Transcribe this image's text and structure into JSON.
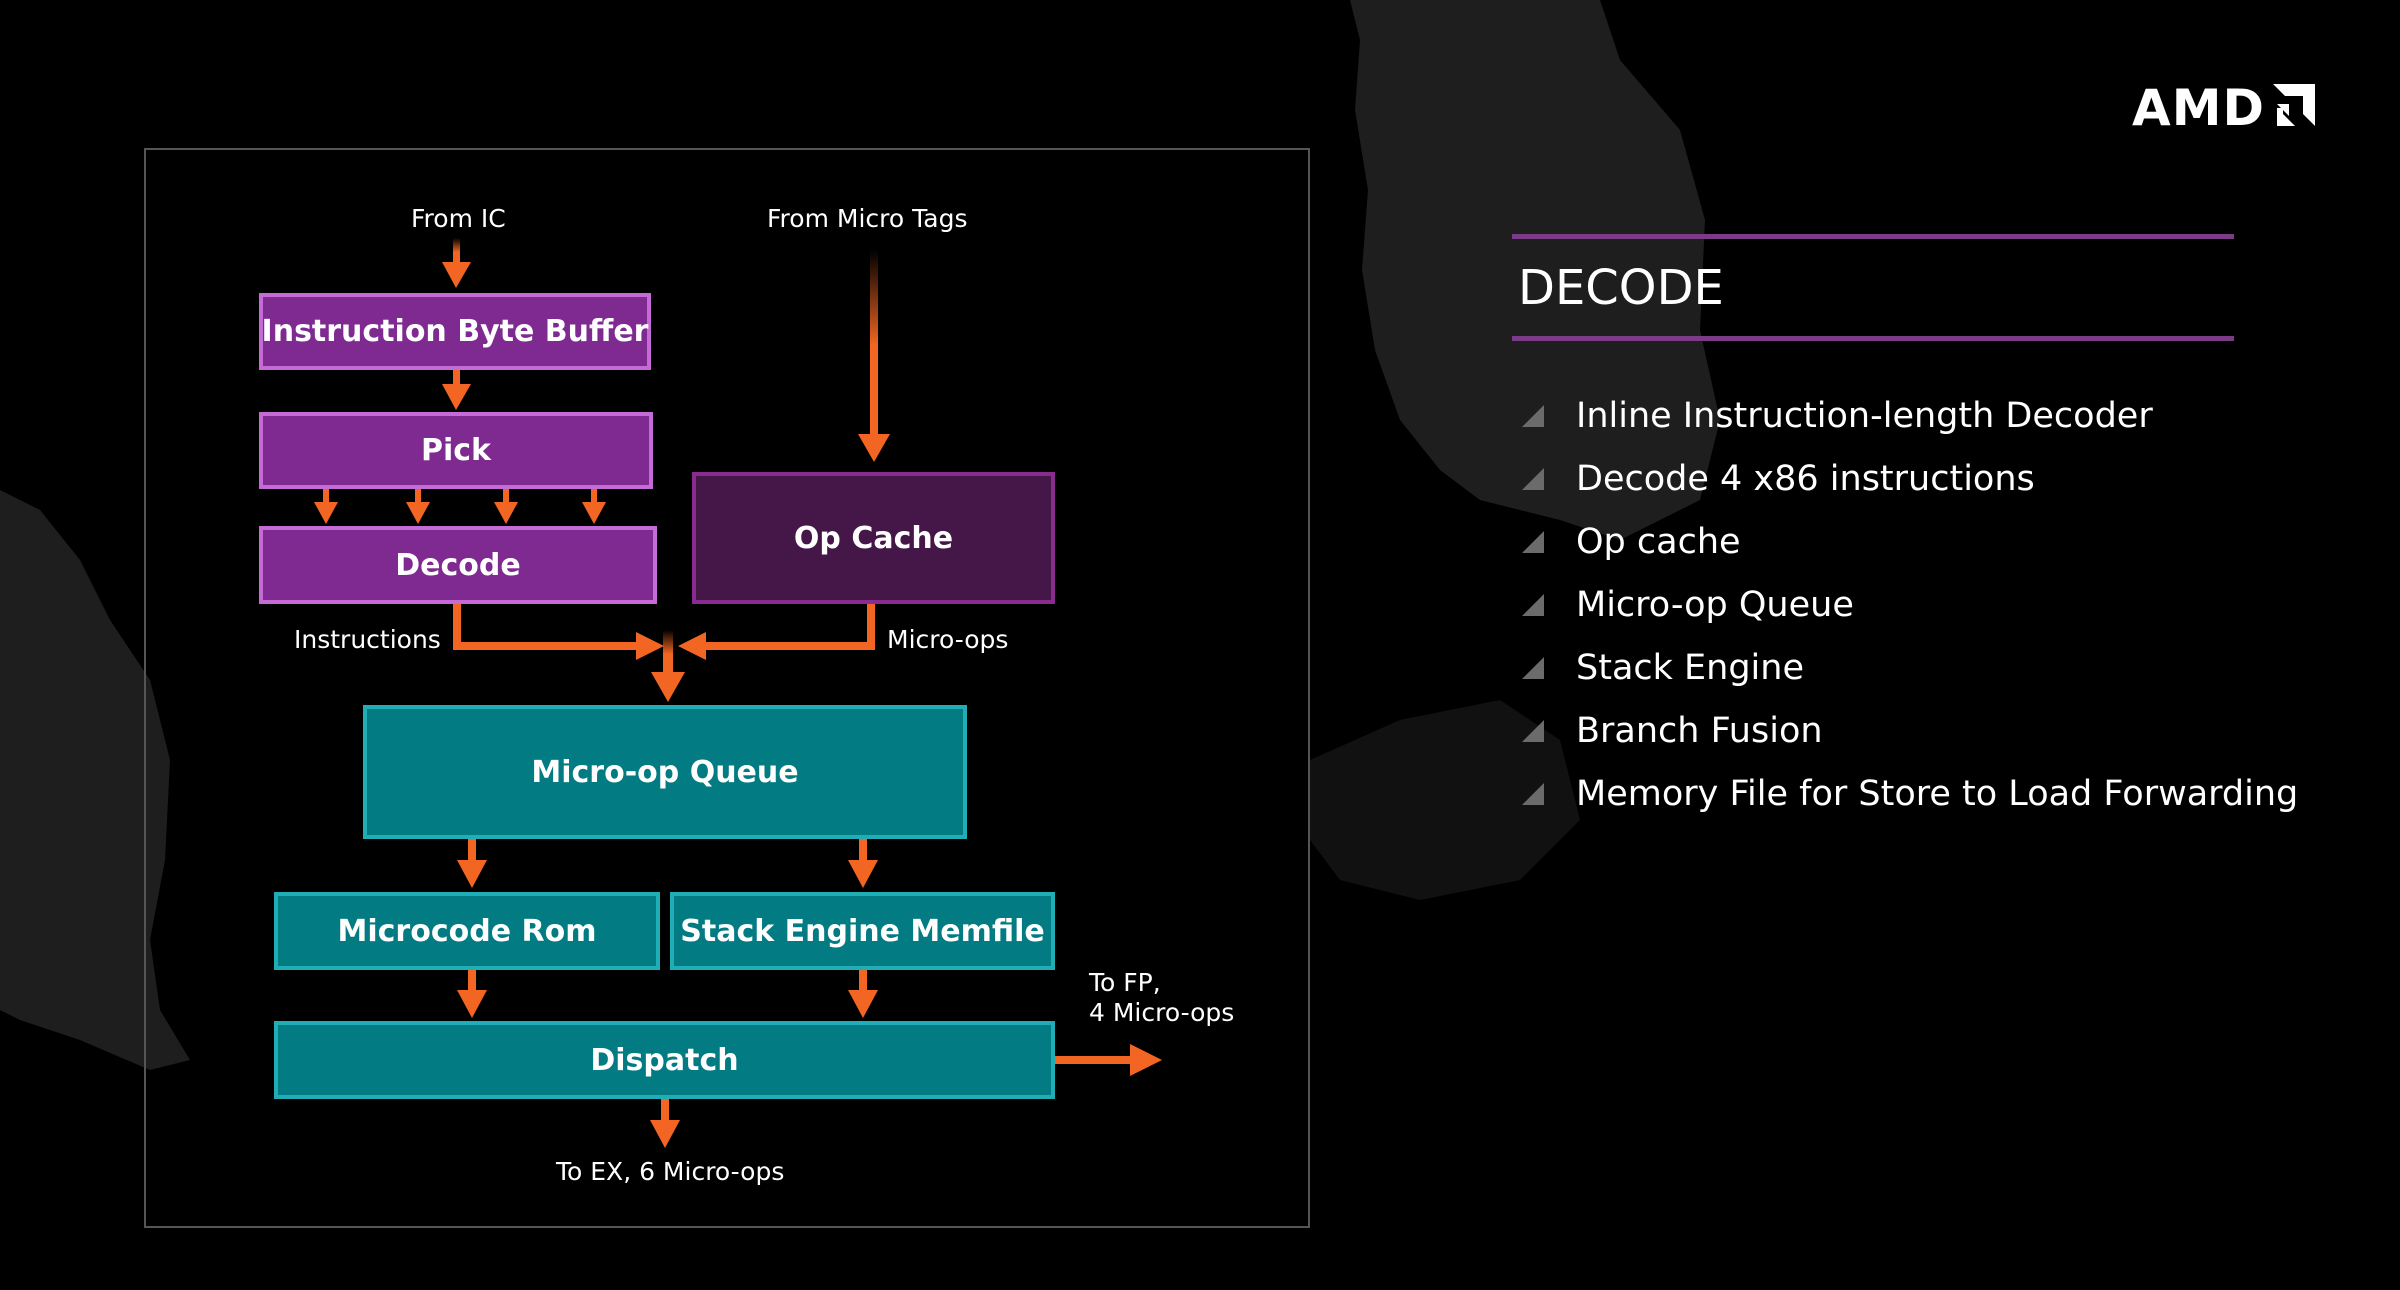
{
  "colors": {
    "background": "#000000",
    "background_shape": "#1f1f1f",
    "arrow": "#f26522",
    "purple_block": "#7e2a91",
    "purple_border": "#c46bd7",
    "dark_purple_block": "#451749",
    "teal_block": "#027b83",
    "teal_border": "#20aeb6",
    "rule": "#7b3b86",
    "bullet": "#6b6b6b"
  },
  "logo": {
    "text": "AMD",
    "icon": "amd-arrow-logo-icon"
  },
  "diagram": {
    "inputs": {
      "from_ic": "From IC",
      "from_micro_tags": "From Micro Tags"
    },
    "blocks": {
      "instruction_byte_buffer": "Instruction Byte Buffer",
      "pick": "Pick",
      "decode": "Decode",
      "op_cache": "Op Cache",
      "micro_op_queue": "Micro-op Queue",
      "microcode_rom": "Microcode Rom",
      "stack_engine_memfile": "Stack Engine Memfile",
      "dispatch": "Dispatch"
    },
    "edge_labels": {
      "instructions": "Instructions",
      "micro_ops": "Micro-ops",
      "to_fp_line1": "To FP,",
      "to_fp_line2": "4 Micro-ops",
      "to_ex": "To EX, 6 Micro-ops"
    }
  },
  "panel": {
    "title": "DECODE",
    "bullets": [
      "Inline Instruction-length Decoder",
      "Decode 4 x86 instructions",
      "Op cache",
      "Micro-op Queue",
      "Stack Engine",
      "Branch Fusion",
      "Memory File for Store to Load Forwarding"
    ],
    "bullet_icon": "triangle-bullet-icon"
  }
}
